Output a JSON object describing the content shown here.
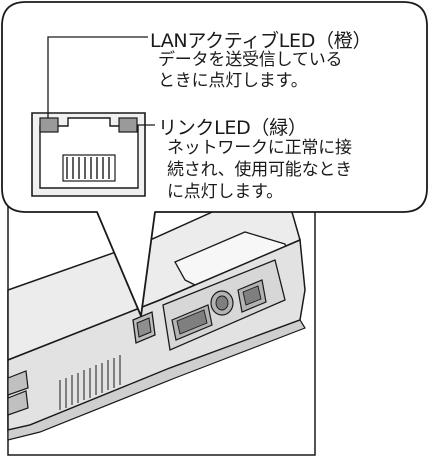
{
  "callout": {
    "lan_active_led": {
      "title": "LANアクティブLED（橙）",
      "description_lines": [
        "データを送受信している",
        "ときに点灯します。"
      ]
    },
    "link_led": {
      "title": "リンクLED（緑）",
      "description_lines": [
        "ネットワークに正常に接",
        "続され、使用可能なとき",
        "に点灯します。"
      ]
    }
  },
  "colors": {
    "lan_active_led": "#9a9a9a",
    "link_led": "#9a9a9a",
    "callout_border": "#1a1a1a",
    "callout_fill": "#ffffff",
    "panel_fill": "#f0f0f0"
  }
}
